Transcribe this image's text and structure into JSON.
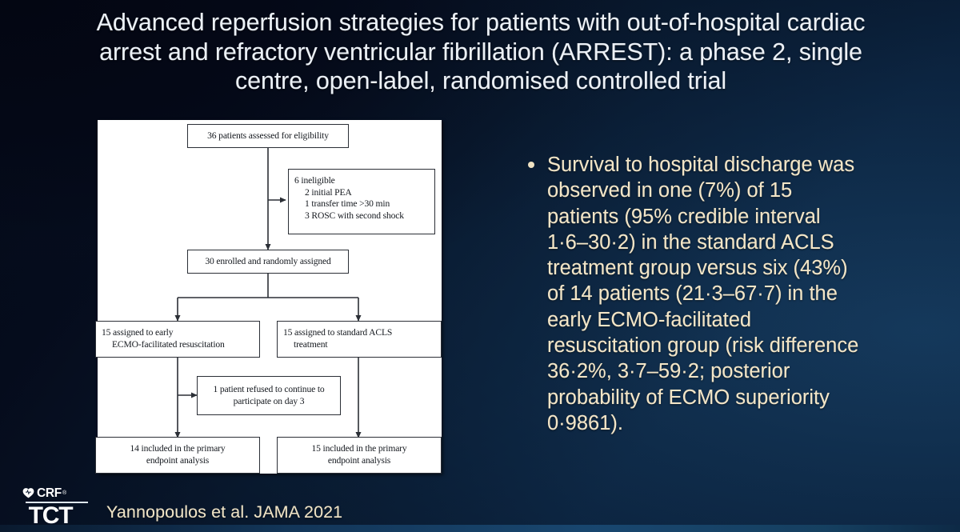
{
  "slide": {
    "title": "Advanced reperfusion strategies for patients with out-of-hospital cardiac arrest and refractory ventricular fibrillation (ARREST): a phase 2, single centre, open-label, randomised controlled trial",
    "citation": "Yannopoulos et al. JAMA 2021",
    "background_color_dark": "#060f22",
    "background_color_light": "#15395c",
    "title_color": "#ecf1f7",
    "body_text_color": "#f3e6c8"
  },
  "logo": {
    "heart_icon": "heart-icon",
    "org": "CRF",
    "trademark": "®",
    "event": "TCT"
  },
  "bullet": {
    "marker": "•",
    "text": "Survival to hospital discharge was observed in one (7%) of 15 patients (95% credible interval 1·6–30·2) in the standard ACLS treatment group versus six (43%) of 14 patients (21·3–67·7) in the early ECMO-facilitated resuscitation group (risk difference 36·2%, 3·7–59·2; posterior probability of ECMO superiority 0·9861)."
  },
  "flowchart": {
    "type": "consort-flow-diagram",
    "boxes": {
      "assessed": "36 patients assessed for eligibility",
      "ineligible_title": "6 ineligible",
      "ineligible_items": [
        "2 initial PEA",
        "1 transfer time >30 min",
        "3 ROSC with second shock"
      ],
      "enrolled": "30 enrolled and randomly assigned",
      "arm_ecmo_line1": "15 assigned to early",
      "arm_ecmo_line2": "ECMO-facilitated resuscitation",
      "arm_acls_line1": "15 assigned to standard ACLS",
      "arm_acls_line2": "treatment",
      "refused_line1": "1 patient refused to continue to",
      "refused_line2": "participate on day 3",
      "analysis_ecmo_line1": "14 included in the primary",
      "analysis_ecmo_line2": "endpoint analysis",
      "analysis_acls_line1": "15 included in the primary",
      "analysis_acls_line2": "endpoint analysis"
    },
    "counts": {
      "assessed": 36,
      "ineligible": 6,
      "ineligible_initial_pea": 2,
      "ineligible_transfer_time": 1,
      "ineligible_rosc_second_shock": 3,
      "enrolled": 30,
      "assigned_ecmo": 15,
      "assigned_acls": 15,
      "refused_day3": 1,
      "analysed_ecmo": 14,
      "analysed_acls": 15
    }
  }
}
